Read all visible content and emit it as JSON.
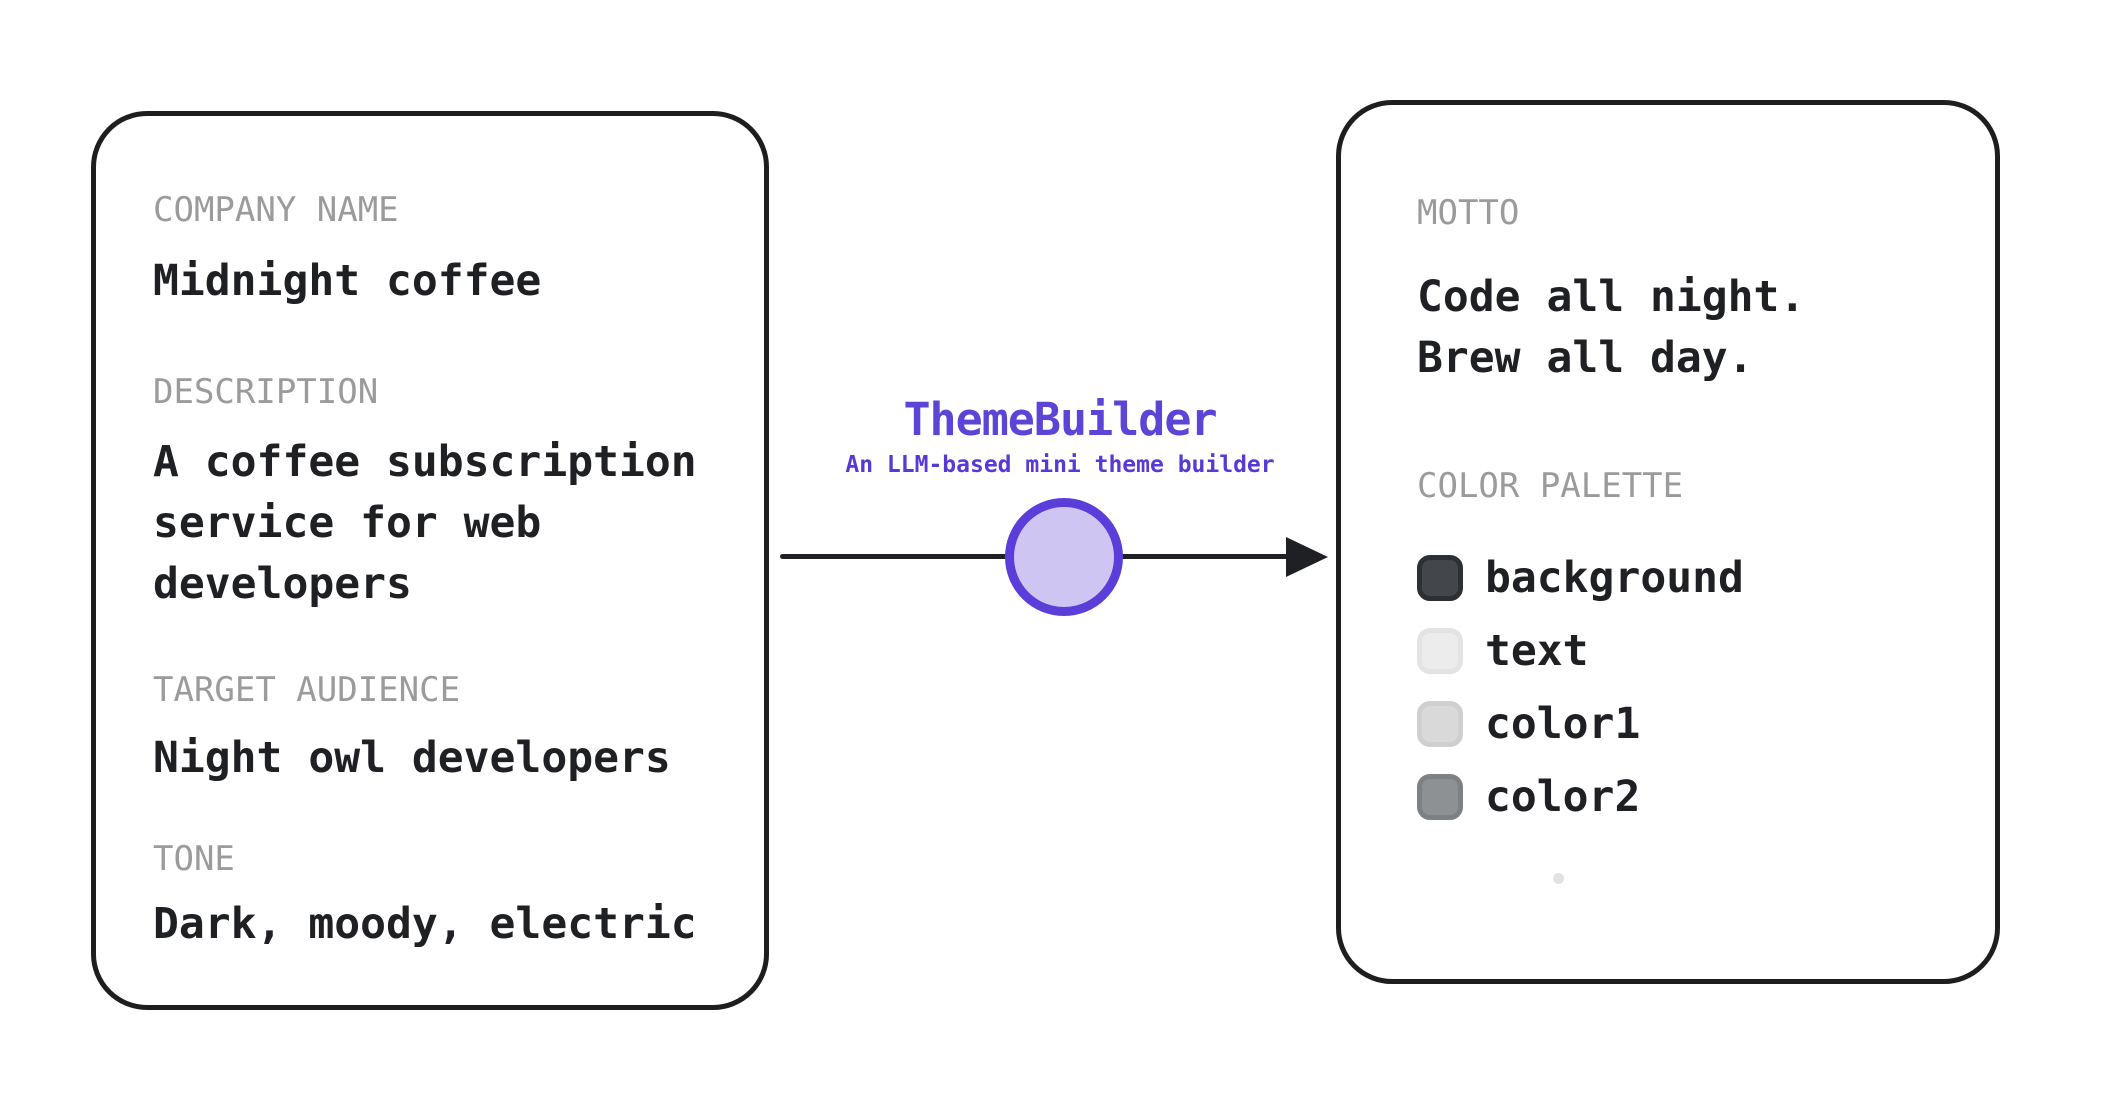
{
  "canvas": {
    "background": "#ffffff"
  },
  "input_card": {
    "fields": [
      {
        "label": "COMPANY NAME",
        "value": "Midnight coffee"
      },
      {
        "label": "DESCRIPTION",
        "value": "A coffee subscription service for web developers"
      },
      {
        "label": "TARGET AUDIENCE",
        "value": "Night owl developers"
      },
      {
        "label": "TONE",
        "value": "Dark, moody, electric"
      }
    ],
    "label_color": "#9b9b9b",
    "text_color": "#1f2023",
    "border_color": "#1d1e20"
  },
  "transformer": {
    "title": "ThemeBuilder",
    "subtitle": "An LLM-based mini theme builder",
    "accent_color": "#5b44d6",
    "node_fill": "#cfc5f3",
    "node_border": "#5b3ed9",
    "arrow_color": "#1f2023"
  },
  "output_card": {
    "motto_label": "MOTTO",
    "motto_text": "Code all night.\nBrew all day.",
    "palette_label": "COLOR PALETTE",
    "palette": [
      {
        "name": "background",
        "fill": "#43464b",
        "border": "#2d3033"
      },
      {
        "name": "text",
        "fill": "#ececec",
        "border": "#e3e3e3"
      },
      {
        "name": "color1",
        "fill": "#d9d9d9",
        "border": "#cfcfcf"
      },
      {
        "name": "color2",
        "fill": "#8e9194",
        "border": "#7e8184"
      }
    ]
  }
}
